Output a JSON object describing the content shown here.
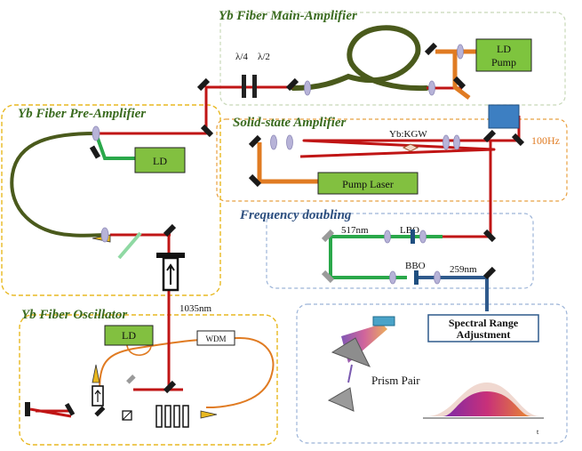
{
  "titles": {
    "main_amplifier": "Yb Fiber Main-Amplifier",
    "pre_amplifier": "Yb Fiber Pre-Amplifier",
    "solid_state": "Solid-state Amplifier",
    "frequency_doubling": "Frequency doubling",
    "oscillator": "Yb Fiber Oscillator"
  },
  "labels": {
    "ld_pump": [
      "LD",
      "Pump"
    ],
    "ld_pre": "LD",
    "ld_osc": "LD",
    "wdm": "WDM",
    "pump_laser": "Pump Laser",
    "quarter_wave": "λ/4",
    "half_wave": "λ/2",
    "yb_kgw": "Yb:KGW",
    "rep_rate": "100Hz",
    "wl_517": "517nm",
    "lbo": "LBO",
    "bbo": "BBO",
    "wl_259": "259nm",
    "wl_1035": "1035nm",
    "spectral": [
      "Spectral Range",
      "Adjustment"
    ],
    "prism_pair": "Prism Pair",
    "axis_t": "t"
  },
  "colors": {
    "title_green": "#3a6b1f",
    "title_blue": "#2c4e7e",
    "beam_red": "#c01515",
    "fiber_green": "#4a5a1c",
    "pump_orange": "#e07b22",
    "green_beam": "#2aa84a",
    "uv_blue": "#2f5a8c",
    "box_green": "#82c040",
    "ld_pump_green": "#7ec43e",
    "box_border_orange": "#e8a040",
    "box_border_blue": "#9cb4d8",
    "box_border_green": "#c7d8b8",
    "yellow_border": "#e8b820"
  }
}
